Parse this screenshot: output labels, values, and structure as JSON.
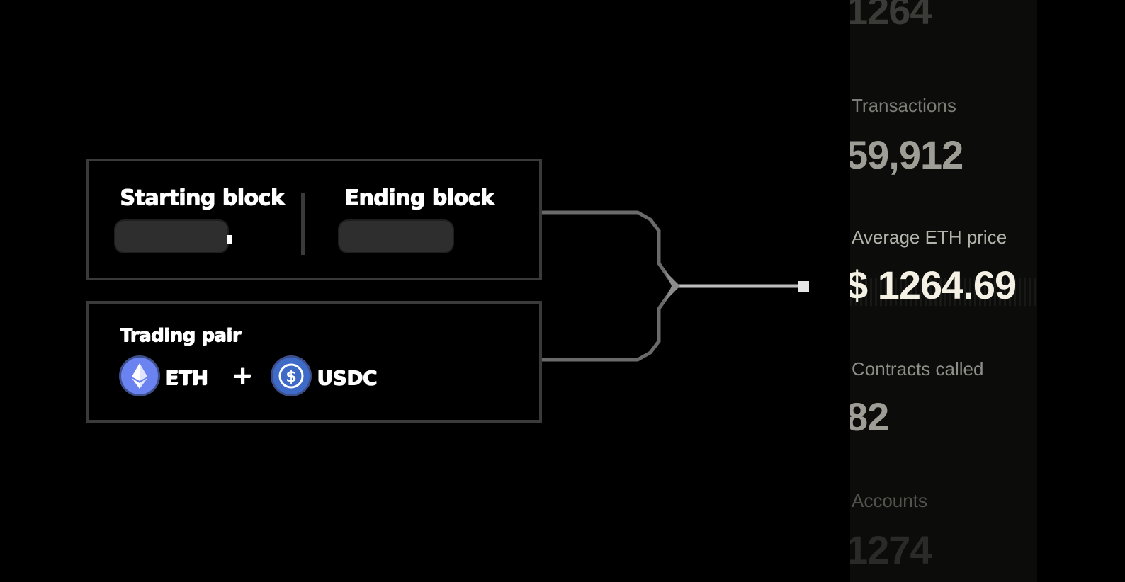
{
  "blocks_box": {
    "start_label": "Starting block",
    "end_label": "Ending block"
  },
  "pair_box": {
    "label": "Trading pair",
    "token_a": "ETH",
    "plus": "+",
    "token_b": "USDC",
    "token_a_icon": "ethereum-icon",
    "token_b_icon": "usdc-icon"
  },
  "stats": {
    "top_value": "1264",
    "transactions_label": "Transactions",
    "transactions_value": "59,912",
    "price_label": "Average ETH price",
    "price_value": "$ 1264.69",
    "contracts_label": "Contracts called",
    "contracts_value": "82",
    "accounts_label": "Accounts",
    "accounts_value": "1274"
  },
  "colors": {
    "background": "#000000",
    "box_border": "#3a3a3a",
    "eth_blue": "#6b83f0",
    "usdc_blue": "#3e6ac8",
    "highlight_text": "#f4f1e4"
  }
}
